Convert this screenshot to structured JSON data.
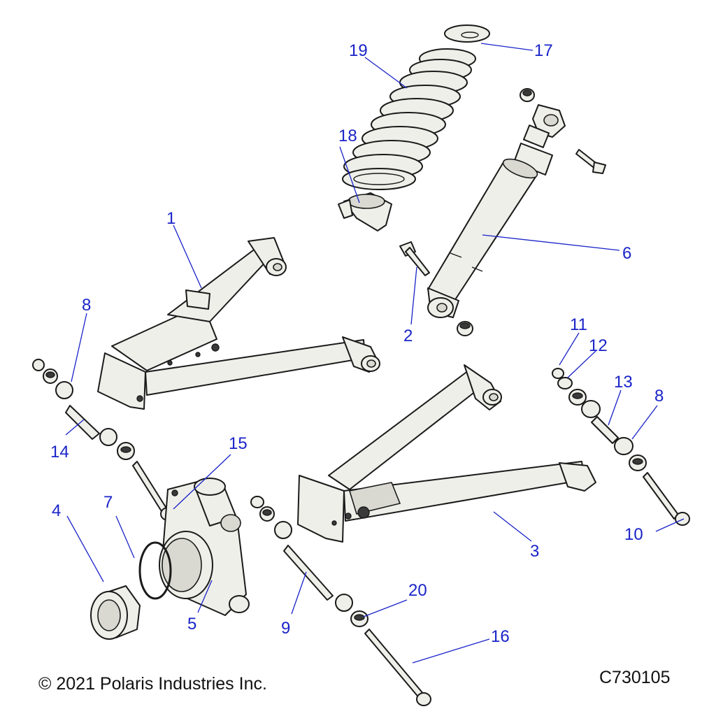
{
  "callouts": [
    {
      "id": "1",
      "label": "1"
    },
    {
      "id": "2",
      "label": "2"
    },
    {
      "id": "3",
      "label": "3"
    },
    {
      "id": "4",
      "label": "4"
    },
    {
      "id": "5",
      "label": "5"
    },
    {
      "id": "6",
      "label": "6"
    },
    {
      "id": "7",
      "label": "7"
    },
    {
      "id": "8a",
      "label": "8"
    },
    {
      "id": "8b",
      "label": "8"
    },
    {
      "id": "9",
      "label": "9"
    },
    {
      "id": "10",
      "label": "10"
    },
    {
      "id": "11",
      "label": "11"
    },
    {
      "id": "12",
      "label": "12"
    },
    {
      "id": "13",
      "label": "13"
    },
    {
      "id": "14",
      "label": "14"
    },
    {
      "id": "15",
      "label": "15"
    },
    {
      "id": "16",
      "label": "16"
    },
    {
      "id": "17",
      "label": "17"
    },
    {
      "id": "18",
      "label": "18"
    },
    {
      "id": "19",
      "label": "19"
    },
    {
      "id": "20",
      "label": "20"
    }
  ],
  "footer": {
    "copyright": "© 2021 Polaris Industries Inc.",
    "figure_code": "C730105"
  },
  "colors": {
    "callout": "#1a24c8",
    "outline": "#1a1a1a",
    "part": "#efefe9"
  }
}
